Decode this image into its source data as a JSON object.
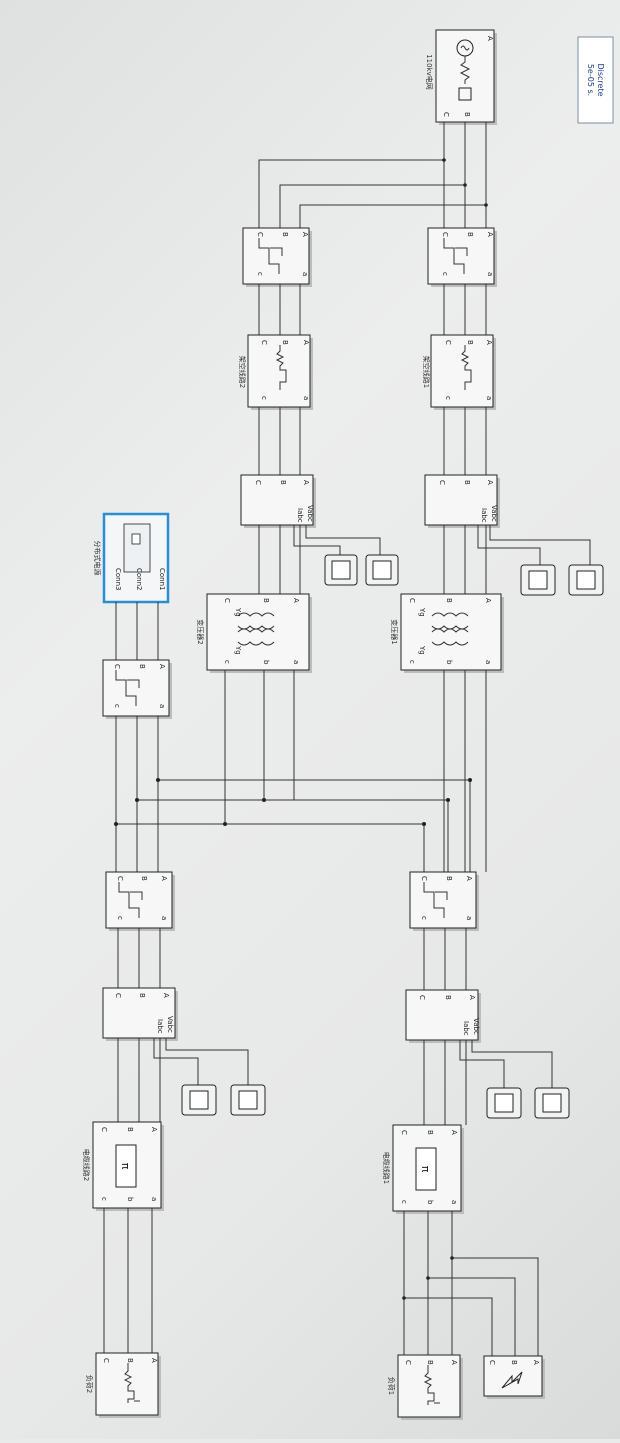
{
  "powergui": {
    "mode": "Discrete",
    "sample_time": "5e-05 s."
  },
  "source": {
    "label": "110kv电网",
    "ports": [
      "A",
      "B",
      "C"
    ]
  },
  "lines": [
    {
      "label": "架空线路1"
    },
    {
      "label": "架空线路2"
    }
  ],
  "transformers": [
    {
      "label": "变压器1",
      "winding1": "Yg",
      "winding2": "Yg"
    },
    {
      "label": "变压器2",
      "winding1": "Yg",
      "winding2": "Yg"
    }
  ],
  "dg": {
    "label": "分布式电源",
    "ports": [
      "Conn1",
      "Conn2",
      "Conn3"
    ]
  },
  "cables": [
    {
      "label": "电缆线路1"
    },
    {
      "label": "电缆线路2"
    }
  ],
  "loads": [
    {
      "label": "负荷1"
    },
    {
      "label": "负荷2"
    }
  ],
  "meas": {
    "vabc": "Vabc",
    "iabc": "Iabc"
  },
  "pi_symbol": "π"
}
